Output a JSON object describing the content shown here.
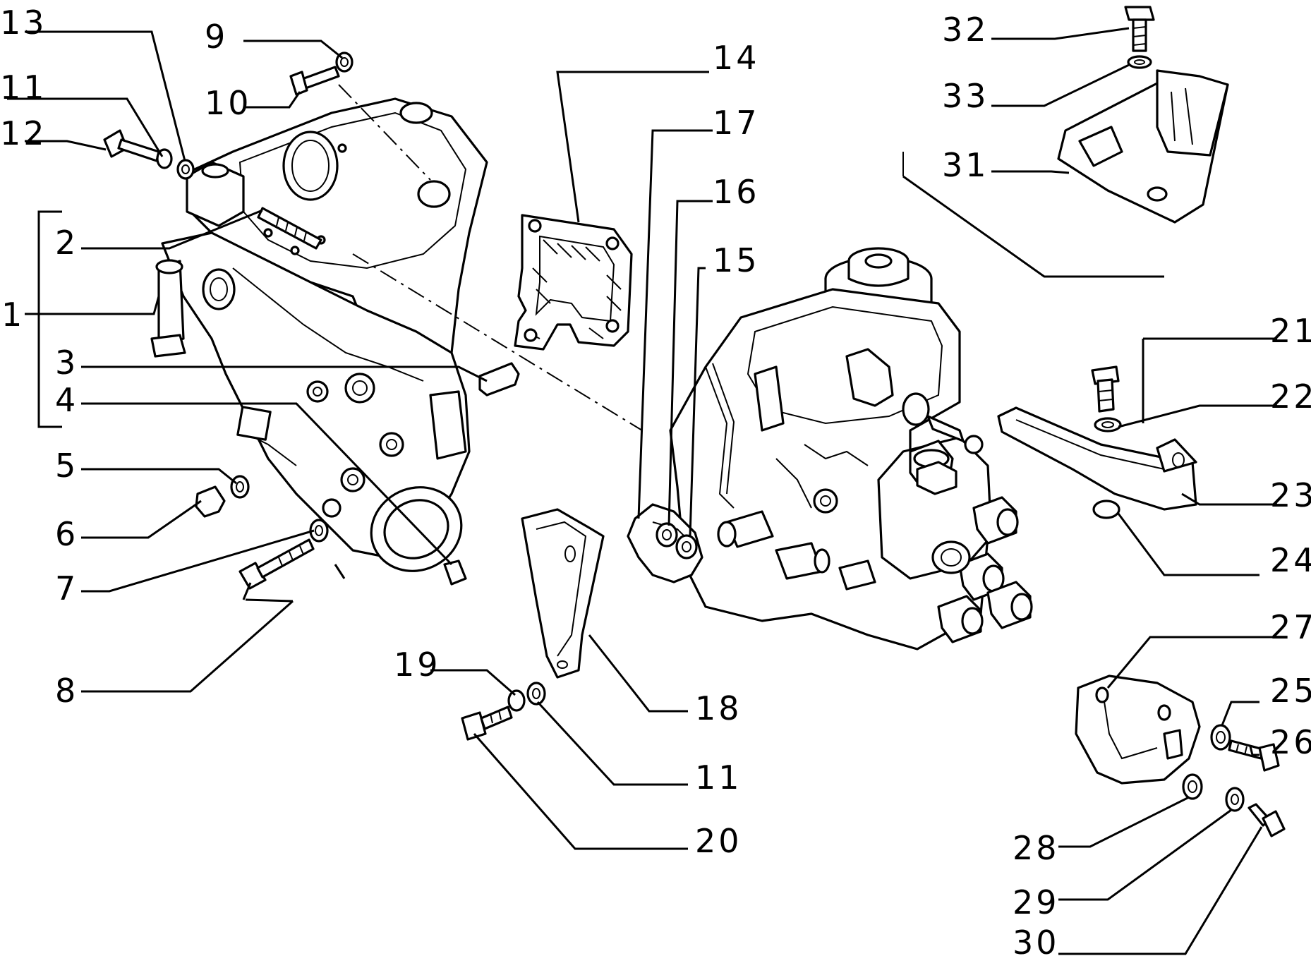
{
  "labels": {
    "l1": "1",
    "l2": "2",
    "l3": "3",
    "l4": "4",
    "l5": "5",
    "l6": "6",
    "l7": "7",
    "l8": "8",
    "l9": "9",
    "l10": "10",
    "l11a": "11",
    "l12": "12",
    "l13": "13",
    "l14": "14",
    "l15": "15",
    "l16": "16",
    "l17": "17",
    "l18": "18",
    "l19": "19",
    "l11b": "11",
    "l20": "20",
    "l21": "21",
    "l22": "22",
    "l23": "23",
    "l24": "24",
    "l25": "25",
    "l26": "26",
    "l27": "27",
    "l28": "28",
    "l29": "29",
    "l30": "30",
    "l31": "31",
    "l32": "32",
    "l33": "33"
  }
}
